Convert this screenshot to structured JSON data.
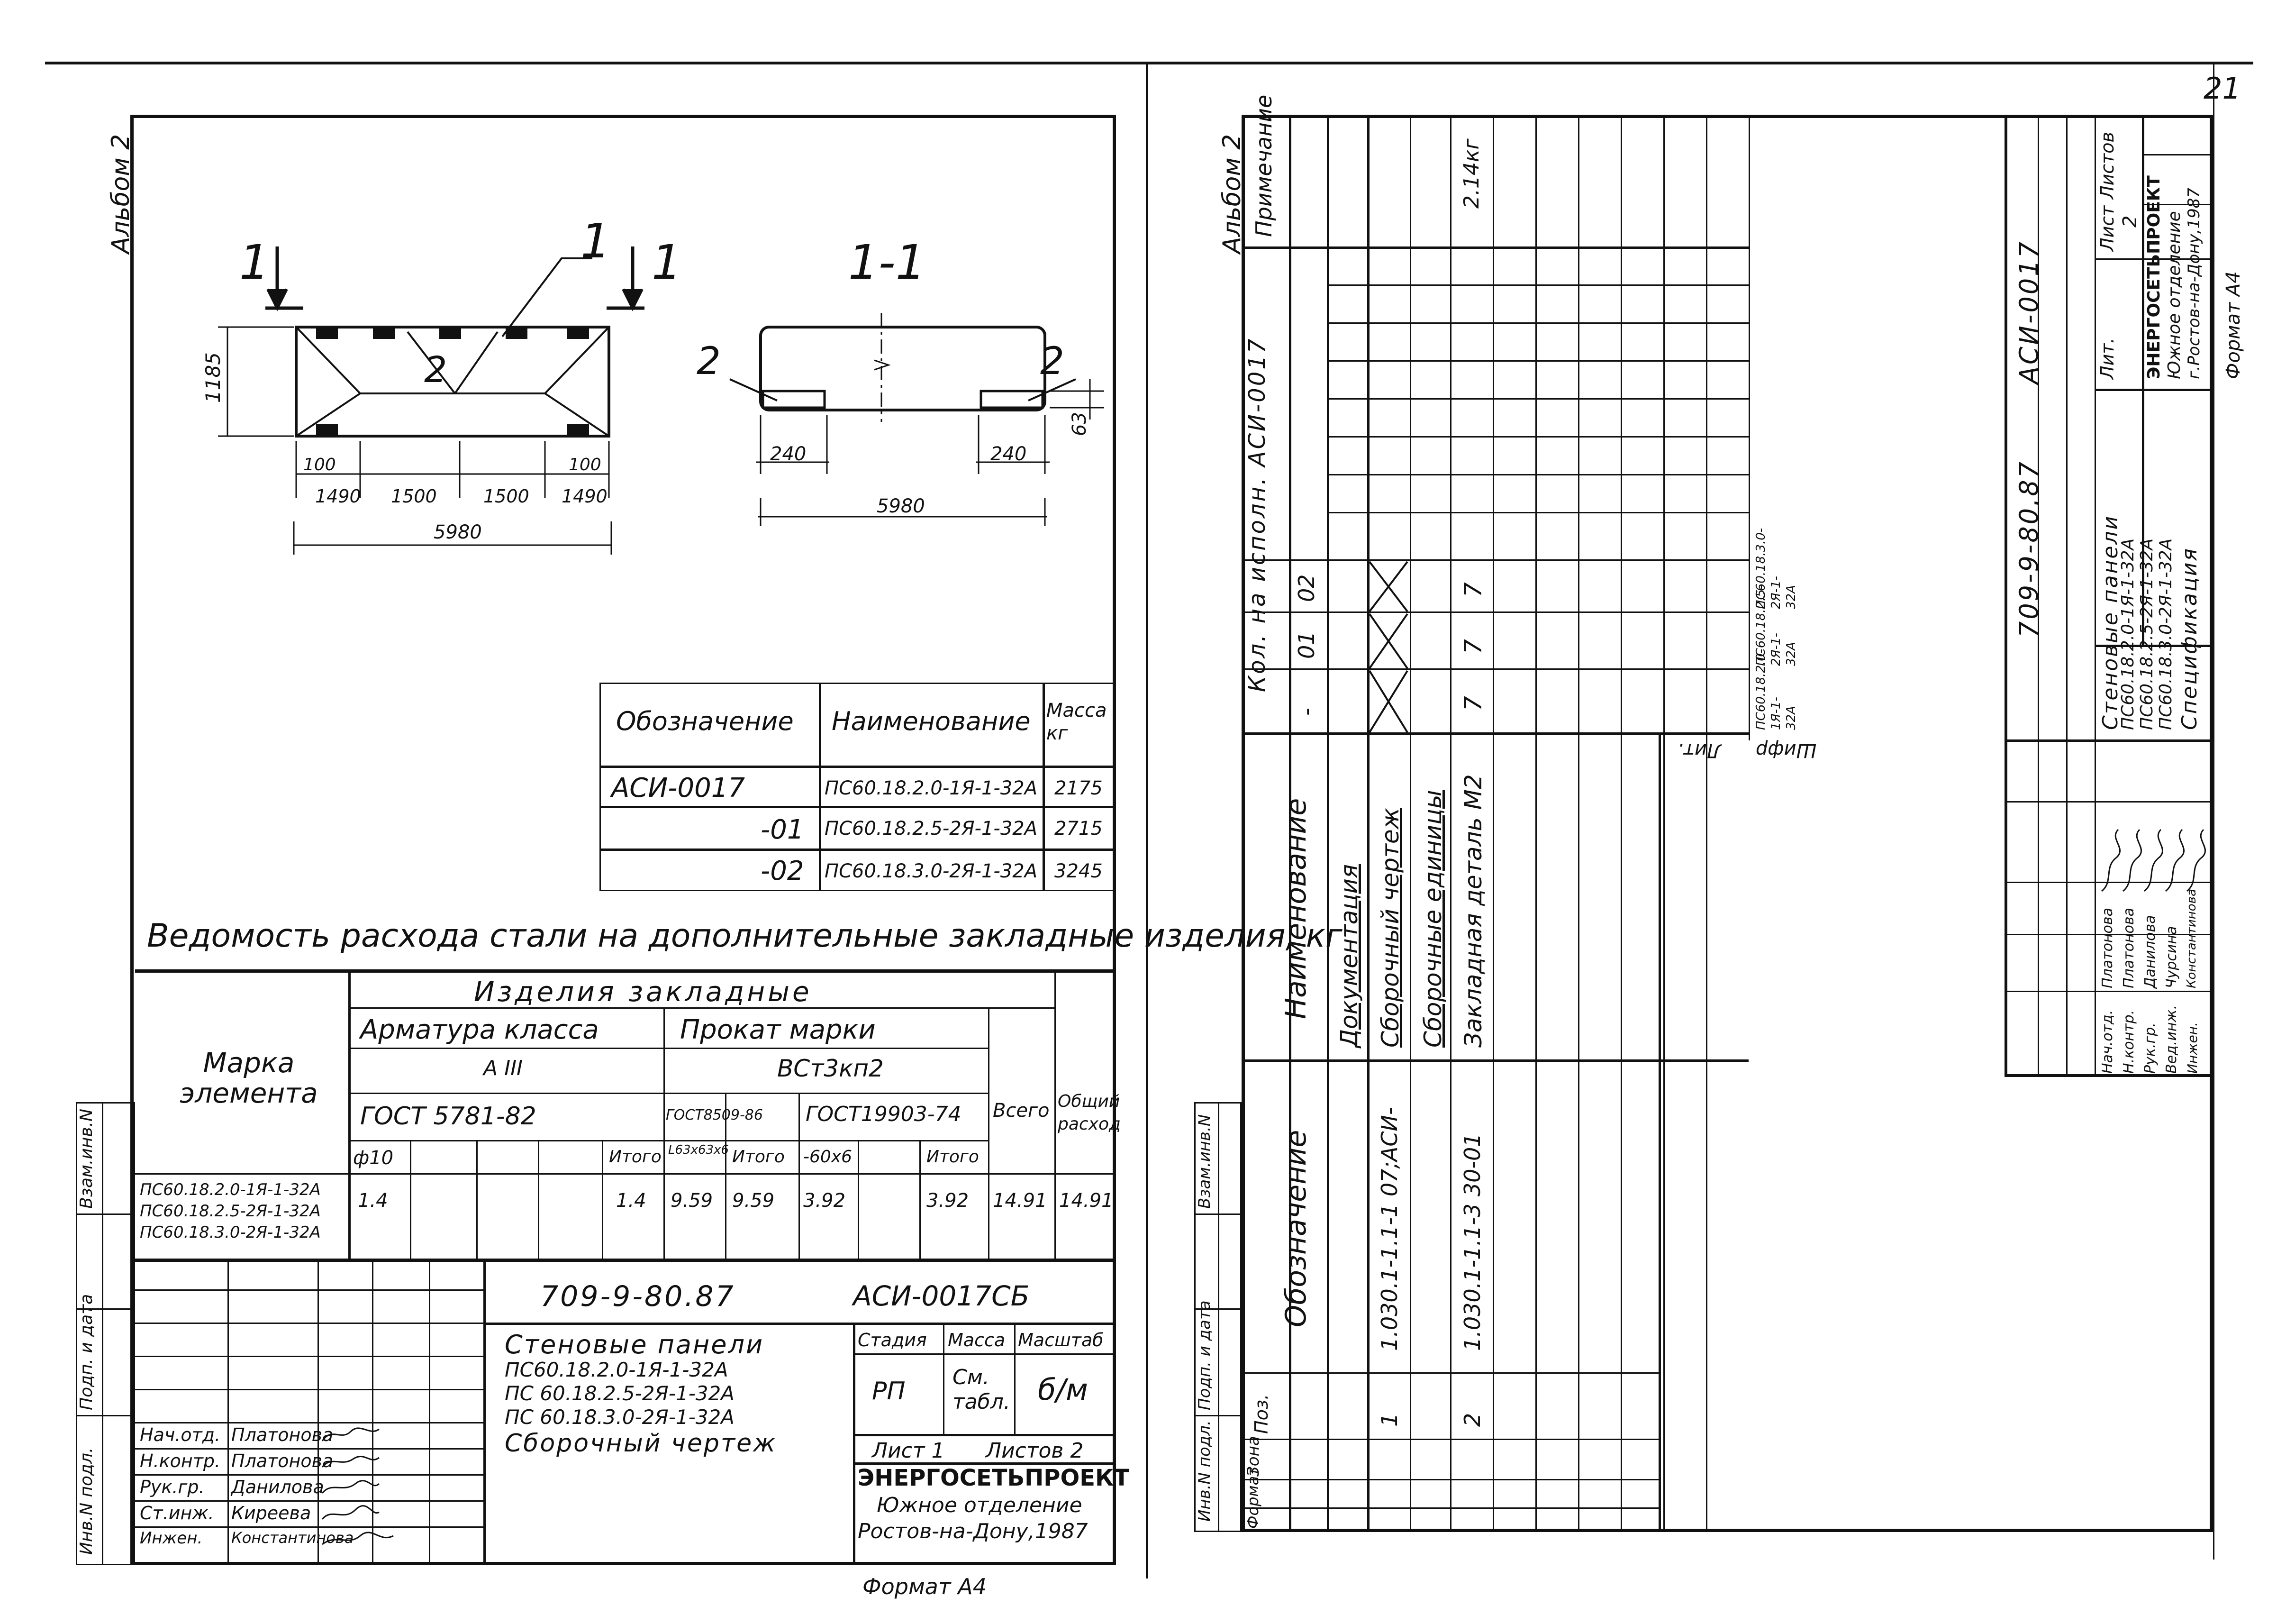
{
  "page_number": "21",
  "left": {
    "album": "Альбом 2",
    "drawing": {
      "section_mark_left": "1",
      "section_mark_right": "1",
      "leader_label": "1",
      "part_label": "2",
      "section_title": "1-1",
      "section_part_left": "2",
      "section_part_right": "2",
      "dim_height": "1185",
      "dim_right_small": "63",
      "dims_bottom_top": [
        "100",
        "100"
      ],
      "dims_bottom": [
        "1490",
        "1500",
        "1500",
        "1490"
      ],
      "dim_total": "5980",
      "section_dims": [
        "240",
        "240"
      ],
      "section_total": "5980"
    },
    "mass_table": {
      "headers": [
        "Обозначение",
        "Наименование",
        "Масса кг"
      ],
      "rows": [
        [
          "АСИ-0017",
          "ПС60.18.2.0-1Я-1-32А",
          "2175"
        ],
        [
          "-01",
          "ПС60.18.2.5-2Я-1-32А",
          "2715"
        ],
        [
          "-02",
          "ПС60.18.3.0-2Я-1-32А",
          "3245"
        ]
      ]
    },
    "steel": {
      "title": "Ведомость расхода стали на дополнительные закладные изделия, кг",
      "h_group": "Изделия закладные",
      "h_mark": "Марка элемента",
      "h_armatura": "Арматура класса",
      "h_class": "А III",
      "h_gost1": "ГОСТ 5781-82",
      "h_diam": "ф10",
      "h_itogo": "Итого",
      "h_prokat": "Прокат марки",
      "h_steel": "ВСт3кп2",
      "h_gost2": "ГОСТ8509-86",
      "h_gost3": "ГОСТ19903-74",
      "h_angle": "L63x63x6",
      "h_sheet": "-60x6",
      "h_vsego": "Всего",
      "h_total": "Общий расход",
      "marks": [
        "ПС60.18.2.0-1Я-1-32А",
        "ПС60.18.2.5-2Я-1-32А",
        "ПС60.18.3.0-2Я-1-32А"
      ],
      "values": [
        "1.4",
        "1.4",
        "9.59",
        "9.59",
        "3.92",
        "3.92",
        "14.91",
        "14.91"
      ]
    },
    "side_labels": [
      "Инв.N подл.",
      "Подп. и дата",
      "Взам.инв.N"
    ],
    "title_block": {
      "code": "709-9-80.87",
      "doc": "АСИ-0017СБ",
      "name_lines": [
        "Стеновые панели",
        "ПС60.18.2.0-1Я-1-32А",
        "ПС 60.18.2.5-2Я-1-32А",
        "ПС 60.18.3.0-2Я-1-32А",
        "Сборочный чертеж"
      ],
      "stage_h": "Стадия",
      "mass_h": "Масса",
      "scale_h": "Масштаб",
      "stage": "РП",
      "mass": "См. табл.",
      "scale": "б/м",
      "sheet": "Лист 1",
      "sheets": "Листов 2",
      "org": "ЭНЕРГОСЕТЬПРОЕКТ",
      "org2": "Южное отделение",
      "org3": "Ростов-на-Дону,1987",
      "staff": [
        [
          "Нач.отд.",
          "Платонова"
        ],
        [
          "Н.контр.",
          "Платонова"
        ],
        [
          "Рук.гр.",
          "Данилова"
        ],
        [
          "Ст.инж.",
          "Киреева"
        ],
        [
          "Инжен.",
          "Константинова"
        ]
      ]
    },
    "format": "Формат А4"
  },
  "right": {
    "album": "Альбом 2",
    "spec_headers": {
      "format": "Формат",
      "zone": "Зона",
      "pos": "Поз.",
      "designation": "Обозначение",
      "name": "Наименование",
      "qty": "Кол. на исполн. АСИ-0017",
      "note": "Примечание",
      "variants": [
        "-",
        "01",
        "02"
      ]
    },
    "spec_rows": [
      {
        "pos": "",
        "designation": "",
        "name": "Документация",
        "q": [
          "",
          "",
          ""
        ],
        "note": ""
      },
      {
        "pos": "1",
        "designation": "1.030.1-1.1-1 07;АСИ-",
        "name": "Сборочный чертеж",
        "q": [
          "X",
          "X",
          "X"
        ],
        "note": ""
      },
      {
        "pos": "",
        "designation": "",
        "name": "Сборочные единицы",
        "q": [
          "",
          "",
          ""
        ],
        "note": ""
      },
      {
        "pos": "2",
        "designation": "1.030.1-1.1-3 30-01",
        "name": "Закладная деталь М2",
        "q": [
          "7",
          "7",
          "7"
        ],
        "note": "2.14кг"
      }
    ],
    "variant_codes": [
      "ПС60.18.2.0-1Я-1-32А",
      "ПС60.18.2.5-2Я-1-32А",
      "ПС60.18.3.0-2Я-1-32А"
    ],
    "cipher_label": "Шифр",
    "sheet_label": "Лит.",
    "title_block": {
      "code": "709-9-80.87",
      "doc": "АСИ-0017",
      "name_lines": [
        "Стеновые панели",
        "ПС60.18.2.0-1Я-1-32А",
        "ПС60.18.2.5-2Я-1-32А",
        "ПС60.18.3.0-2Я-1-32А",
        "Спецификация"
      ],
      "lit_h": "Лит.",
      "sheet_h": "Лист",
      "sheets_h": "Листов",
      "sheet": "2",
      "org": "ЭНЕРГОСЕТЬПРОЕКТ",
      "org2": "Южное отделение",
      "org3": "г.Ростов-на-Дону,1987",
      "staff": [
        [
          "Нач.отд.",
          "Платонова"
        ],
        [
          "Н.контр.",
          "Платонова"
        ],
        [
          "Рук.гр.",
          "Данилова"
        ],
        [
          "Вед.инж.",
          "Чурсина"
        ],
        [
          "Инжен.",
          "Константинова"
        ]
      ]
    },
    "format": "Формат А4"
  }
}
